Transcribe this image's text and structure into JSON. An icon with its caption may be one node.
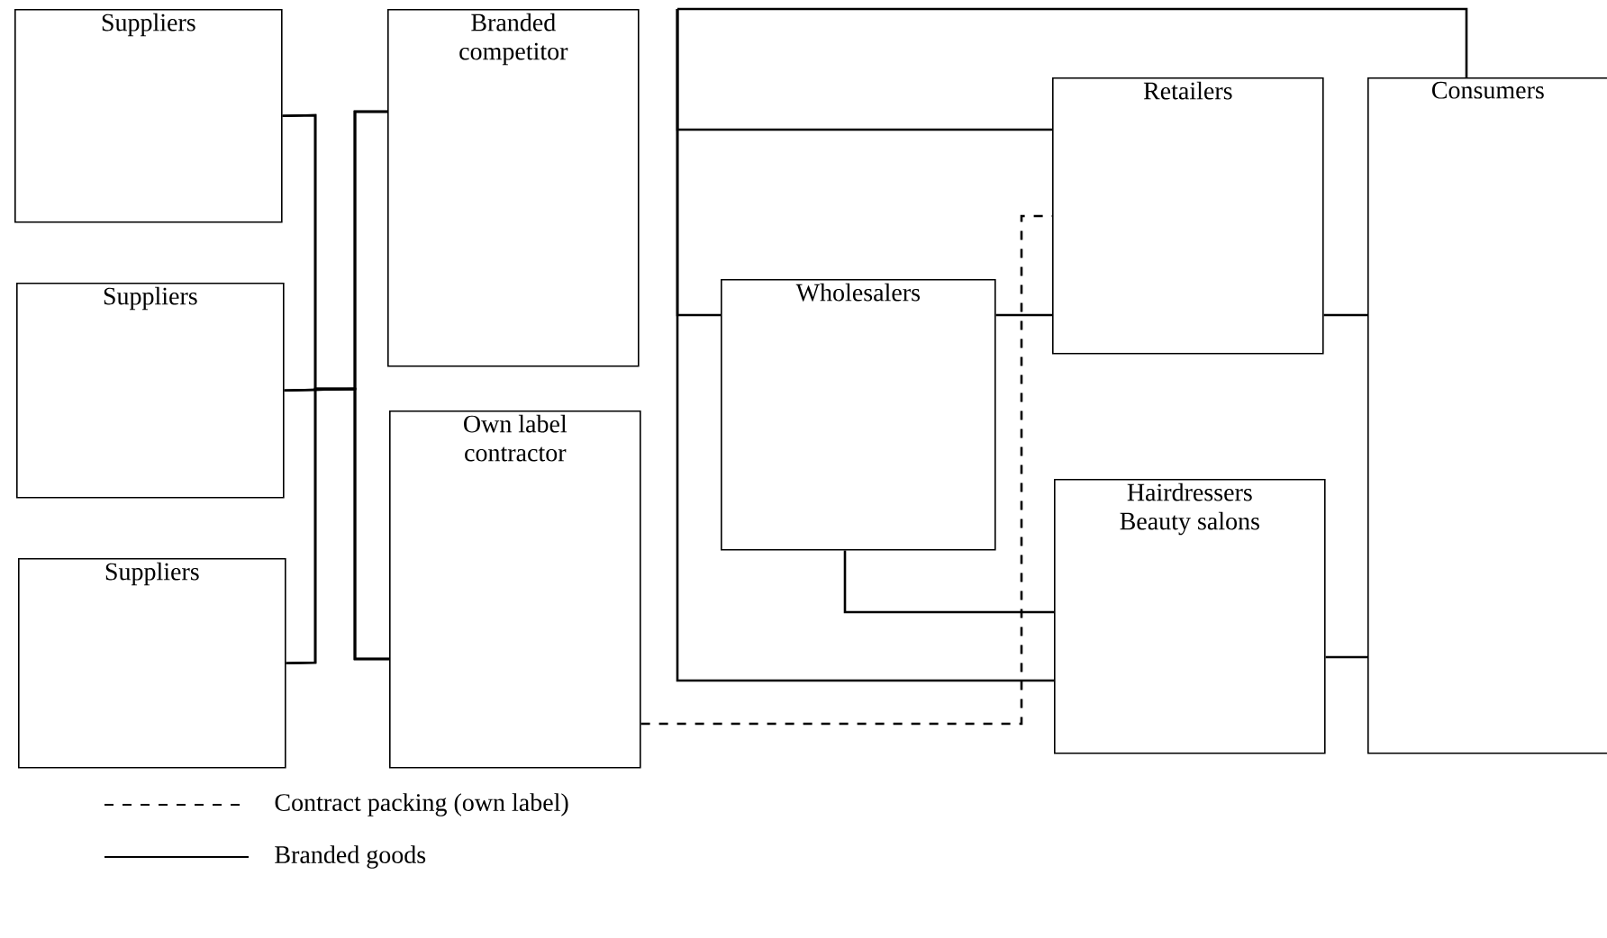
{
  "diagram": {
    "nodes": [
      {
        "text": [
          "Suppliers"
        ]
      },
      {
        "text": [
          "Suppliers"
        ]
      },
      {
        "text": [
          "Suppliers"
        ]
      },
      {
        "text": [
          "Branded competitor"
        ]
      },
      {
        "text": [
          "Own label contractor"
        ]
      },
      {
        "text": [
          "Wholesalers"
        ]
      },
      {
        "text": [
          "Retailers"
        ]
      },
      {
        "text": [
          "Hairdressers Beauty salons"
        ]
      },
      {
        "text": [
          "Consumers"
        ]
      }
    ],
    "edges": [
      {
        "from": 0,
        "to": 3,
        "arrow": "none"
      },
      {
        "from": 0,
        "to": 4,
        "arrow": "none"
      },
      {
        "from": 1,
        "to": 3,
        "arrow": "none"
      },
      {
        "from": 1,
        "to": 4,
        "arrow": "none"
      },
      {
        "from": 2,
        "to": 3,
        "arrow": "none"
      },
      {
        "from": 2,
        "to": 4,
        "arrow": "none"
      },
      {
        "from": null,
        "to": 8,
        "arrow": "none"
      },
      {
        "from": null,
        "to": 6,
        "arrow": "none"
      },
      {
        "from": null,
        "to": 5,
        "arrow": "none"
      },
      {
        "from": null,
        "to": 7,
        "arrow": "none"
      },
      {
        "from": 5,
        "to": 6,
        "arrow": "none"
      },
      {
        "from": 5,
        "to": 7,
        "arrow": "none"
      },
      {
        "from": 6,
        "to": 8,
        "arrow": "none"
      },
      {
        "from": 7,
        "to": 8,
        "arrow": "none"
      },
      {
        "from": 4,
        "to": 6,
        "arrow": "none",
        "style": "dashed"
      }
    ],
    "legend": [
      {
        "text": "Contract packing (own label)"
      },
      {
        "text": "Branded goods"
      }
    ]
  }
}
